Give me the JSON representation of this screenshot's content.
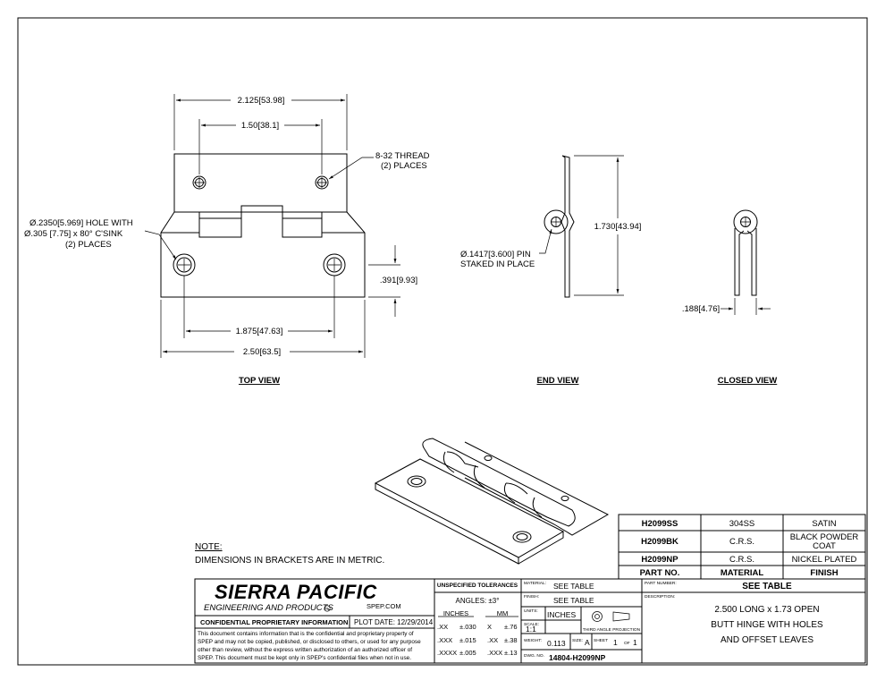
{
  "dimensions": {
    "top_width": "2.125[53.98]",
    "top_hole_spacing": "1.50[38.1]",
    "thread_line1": "8-32 THREAD",
    "thread_line2": "(2) PLACES",
    "hole_line1": "Ø.2350[5.969] HOLE WITH",
    "hole_line2": "Ø.305 [7.75] x 80° C'SINK",
    "hole_line3": "(2) PLACES",
    "bottom_hole_spacing": "1.875[47.63]",
    "bottom_width": "2.50[63.5]",
    "hole_offset": ".391[9.93]",
    "pin_line1": "Ø.1417[3.600] PIN",
    "pin_line2": "STAKED IN PLACE",
    "open_height": "1.730[43.94]",
    "closed_thickness": ".188[4.76]"
  },
  "views": {
    "top": "TOP VIEW",
    "end": "END VIEW",
    "closed": "CLOSED VIEW"
  },
  "note": {
    "title": "NOTE:",
    "text": "DIMENSIONS IN BRACKETS ARE IN METRIC."
  },
  "parts_table": {
    "rows": [
      {
        "part": "H2099SS",
        "material": "304SS",
        "finish": "SATIN"
      },
      {
        "part": "H2099BK",
        "material": "C.R.S.",
        "finish_line1": "BLACK POWDER",
        "finish_line2": "COAT"
      },
      {
        "part": "H2099NP",
        "material": "C.R.S.",
        "finish": "NICKEL PLATED"
      }
    ],
    "header": {
      "part": "PART NO.",
      "material": "MATERIAL",
      "finish": "FINISH"
    }
  },
  "title_block": {
    "company": "SIERRA PACIFIC",
    "subtitle": "ENGINEERING AND PRODUCTS",
    "registered": "R",
    "website": "SPEP.COM",
    "confidential_label": "CONFIDENTIAL PROPRIETARY INFORMATION",
    "plot_date": "PLOT DATE: 12/29/2014",
    "confidential_text": [
      "This document contains information that is the confidential and proprietary property of",
      "SPEP and may not be copied, published, or disclosed to others, or used for any purpose",
      "other than review, without the express written authorization of an authorized officer of",
      "SPEP. This document must be kept only in SPEP's confidential files when not in use."
    ],
    "tolerances_title": "UNSPECIFIED TOLERANCES",
    "angles": "ANGLES: ±3°",
    "inches_hdr": "INCHES",
    "mm_hdr": "MM",
    "tol_rows": [
      {
        "in_fmt": ".XX",
        "in_val": "±.030",
        "mm_fmt": "X",
        "mm_val": "±.76"
      },
      {
        "in_fmt": ".XXX",
        "in_val": "±.015",
        "mm_fmt": ".XX",
        "mm_val": "±.38"
      },
      {
        "in_fmt": ".XXXX",
        "in_val": "±.005",
        "mm_fmt": ".XXX",
        "mm_val": "±.13"
      }
    ],
    "material_label": "MATERIAL:",
    "material_value": "SEE TABLE",
    "finish_label": "FINISH:",
    "finish_value": "SEE TABLE",
    "units_label": "UNITS:",
    "units_value": "INCHES",
    "scale_label": "SCALE:",
    "scale_value": "1:1",
    "projection_label": "THIRD ANGLE PROJECTION",
    "weight_label": "WEIGHT:",
    "weight_value": "0.113",
    "size_label": "SIZE:",
    "size_value": "A",
    "sheet_label": "SHEET",
    "sheet_value": "1",
    "of_label": "OF",
    "of_value": "1",
    "dwg_label": "DWG. NO.",
    "dwg_value": "14804-H2099NP",
    "partnum_label": "PART NUMBER:",
    "partnum_value": "SEE TABLE",
    "description_label": "DESCRIPTION:",
    "description_lines": [
      "2.500 LONG x 1.73 OPEN",
      "BUTT HINGE WITH HOLES",
      "AND OFFSET LEAVES"
    ]
  }
}
